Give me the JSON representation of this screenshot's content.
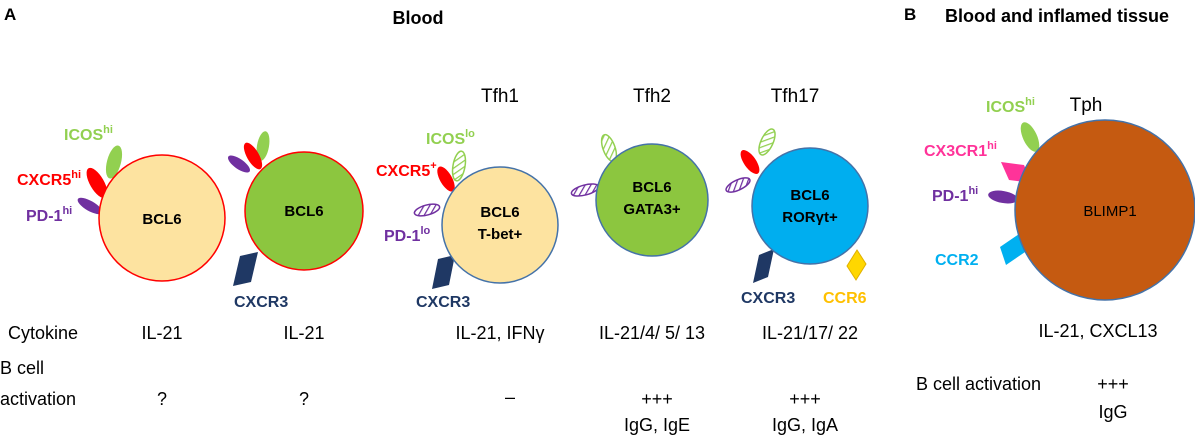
{
  "panel_a": {
    "letter": "A",
    "title": "Blood",
    "subsets": {
      "tfh1": "Tfh1",
      "tfh2": "Tfh2",
      "tfh17": "Tfh17"
    },
    "cells": [
      {
        "nucleus": [
          "BCL6"
        ],
        "markers": [
          {
            "text": "ICOS",
            "sup": "hi"
          },
          {
            "text": "CXCR5",
            "sup": "hi"
          },
          {
            "text": "PD-1",
            "sup": "hi"
          }
        ],
        "cytokine": "IL-21",
        "activation": [
          "?"
        ]
      },
      {
        "nucleus": [
          "BCL6"
        ],
        "markers": [
          {
            "text": "CXCR3",
            "sup": ""
          }
        ],
        "cytokine": "IL-21",
        "activation": [
          "?"
        ]
      },
      {
        "nucleus": [
          "BCL6",
          "T-bet+"
        ],
        "markers": [
          {
            "text": "ICOS",
            "sup": "lo"
          },
          {
            "text": "CXCR5",
            "sup": "+"
          },
          {
            "text": "PD-1",
            "sup": "lo"
          },
          {
            "text": "CXCR3",
            "sup": ""
          }
        ],
        "cytokine": "IL-21, IFNγ",
        "activation": [
          "–"
        ]
      },
      {
        "nucleus": [
          "BCL6",
          "GATA3+"
        ],
        "markers": [],
        "cytokine": "IL-21/4/ 5/ 13",
        "activation": [
          "+++",
          "IgG, IgE"
        ]
      },
      {
        "nucleus": [
          "BCL6",
          "RORγt+"
        ],
        "markers": [
          {
            "text": "CXCR3",
            "sup": ""
          },
          {
            "text": "CCR6",
            "sup": ""
          }
        ],
        "cytokine": "IL-21/17/ 22",
        "activation": [
          "+++",
          "IgG, IgA"
        ]
      }
    ],
    "row_labels": {
      "cytokine": "Cytokine",
      "activation_line1": "B cell",
      "activation_line2": "activation"
    }
  },
  "panel_b": {
    "letter": "B",
    "title": "Blood and inflamed tissue",
    "subset": "Tph",
    "nucleus": "BLIMP1",
    "markers": [
      {
        "text": "ICOS",
        "sup": "hi"
      },
      {
        "text": "CX3CR1",
        "sup": "hi"
      },
      {
        "text": "PD-1",
        "sup": "hi"
      },
      {
        "text": "CCR2",
        "sup": ""
      }
    ],
    "cytokine": "IL-21, CXCL13",
    "activation_label": "B cell activation",
    "activation": [
      "+++",
      "IgG"
    ]
  },
  "colors": {
    "yellow_cell": "#fde3a0",
    "green_cell": "#8cc63f",
    "blue_cell": "#00aeef",
    "brown_cell": "#c55a11",
    "icos_green": "#92d050",
    "cxcr5_red": "#ff0000",
    "pd1_purple": "#7030a0",
    "cxcr3_navy": "#1f3864",
    "ccr6_yellow": "#ffd700",
    "cx3cr1_pink": "#ff3399",
    "ccr2_cyan": "#00b0f0"
  }
}
